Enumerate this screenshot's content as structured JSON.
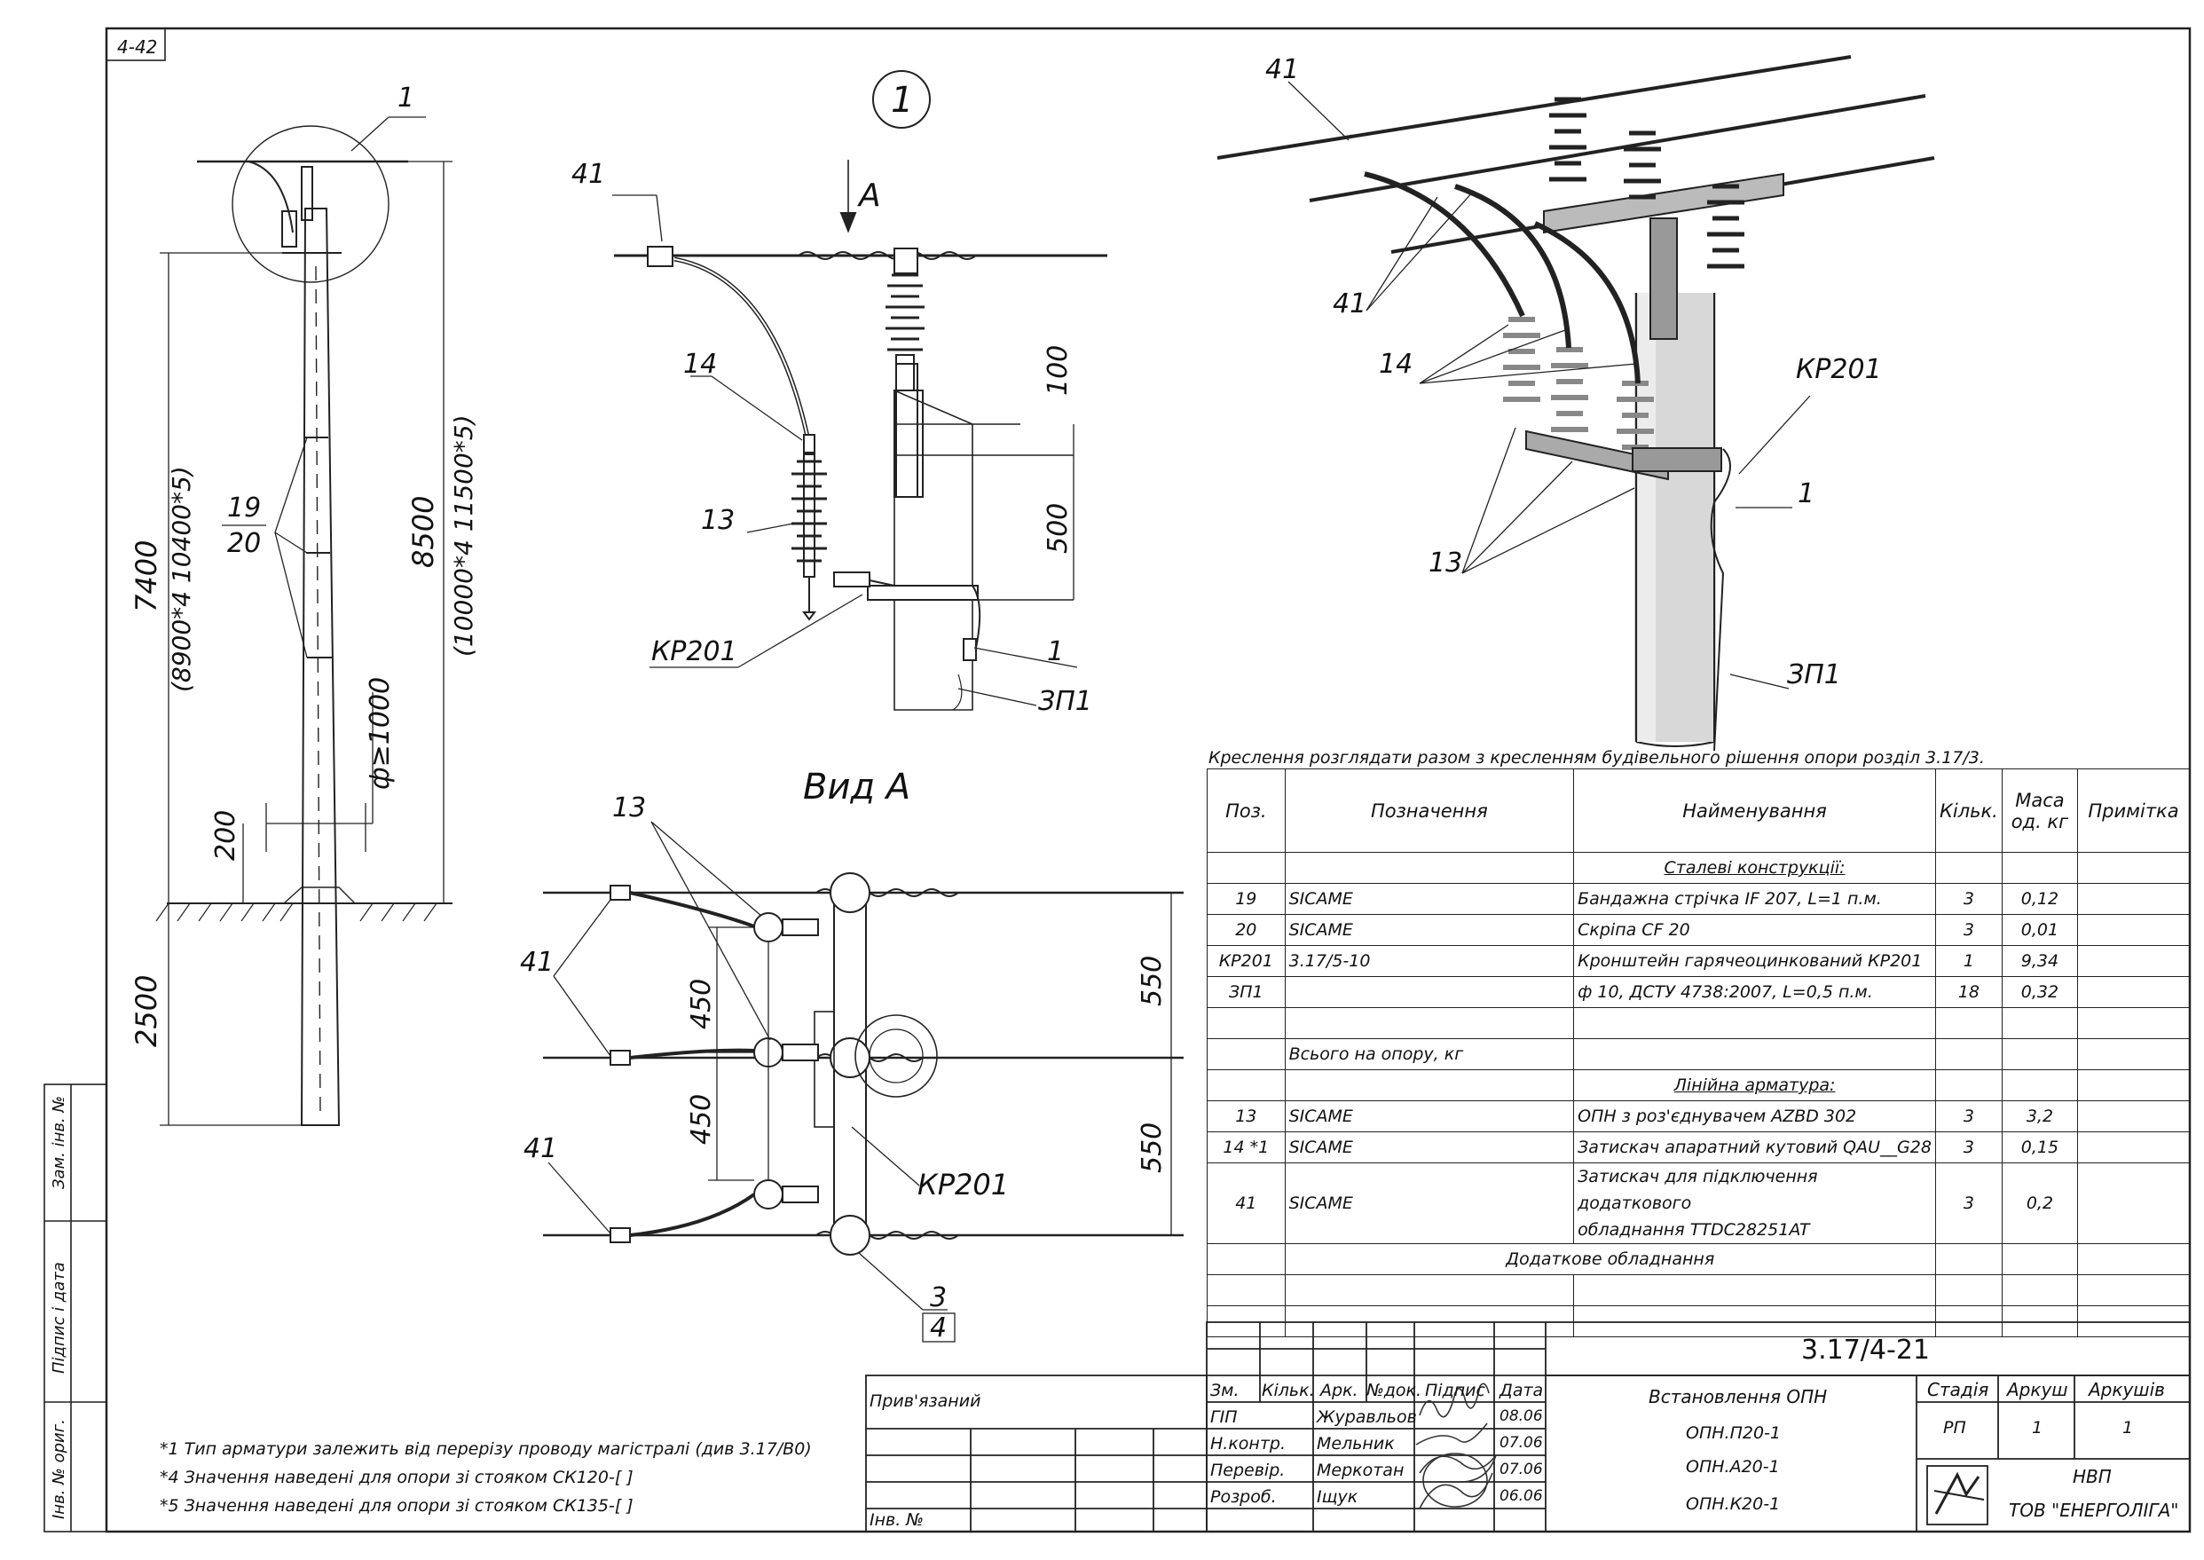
{
  "sheet": {
    "tag": "4-42",
    "side_labels": [
      "Зам. інв. №",
      "Підпис і дата",
      "Інв. № ориг."
    ]
  },
  "callout_1": "1",
  "view_a_arrow": "A",
  "view_a_title": "Вид А",
  "drawing_note": "Креслення розглядати разом з кресленням будівельного рішення опори розділ 3.17/3.",
  "left_view": {
    "labels": [
      "1",
      "19",
      "20"
    ],
    "dims": {
      "d7400": "7400",
      "d8900": "(8900*4  10400*5)",
      "d8500": "8500",
      "d10000": "(10000*4  11500*5)",
      "d1000": "ф≥1000",
      "d200": "200",
      "d2500": "2500"
    }
  },
  "detail_view": {
    "labels": [
      "41",
      "14",
      "13",
      "КР201",
      "1",
      "ЗП1"
    ],
    "dims": [
      "100",
      "500"
    ]
  },
  "view_a": {
    "labels": [
      "13",
      "41",
      "41",
      "КР201",
      "3",
      "4"
    ],
    "dims": [
      "450",
      "450",
      "550",
      "550"
    ]
  },
  "iso_view": {
    "labels": [
      "41",
      "41",
      "14",
      "13",
      "КР201",
      "1",
      "ЗП1"
    ]
  },
  "spec_table": {
    "headers": [
      "Поз.",
      "Позначення",
      "Найменування",
      "Кільк.",
      "Маса од. кг",
      "Примітка"
    ],
    "sections": {
      "steel": "Сталеві конструкції:",
      "total": "Всього на опору, кг",
      "fittings": "Лінійна арматура:",
      "extra": "Додаткове обладнання"
    },
    "steel_rows": [
      {
        "pos": "19",
        "code": "SICAME",
        "name": "Бандажна стрічка IF 207, L=1 п.м.",
        "qty": "3",
        "mass": "0,12"
      },
      {
        "pos": "20",
        "code": "SICAME",
        "name": "Скріпа CF 20",
        "qty": "3",
        "mass": "0,01"
      },
      {
        "pos": "КР201",
        "code": "3.17/5-10",
        "name": "Кронштейн гарячеоцинкований КР201",
        "qty": "1",
        "mass": "9,34"
      },
      {
        "pos": "ЗП1",
        "code": "",
        "name": "ф 10, ДСТУ 4738:2007, L=0,5 п.м.",
        "qty": "18",
        "mass": "0,32"
      }
    ],
    "fitting_rows": [
      {
        "pos": "13",
        "code": "SICAME",
        "name": "ОПН з роз'єднувачем AZBD 302",
        "qty": "3",
        "mass": "3,2"
      },
      {
        "pos": "14 *1",
        "code": "SICAME",
        "name": "Затискач апаратний кутовий QAU__G28",
        "qty": "3",
        "mass": "0,15"
      },
      {
        "pos": "41",
        "code": "SICAME",
        "name": "Затискач для підключення додаткового обладнання TTDC28251AT",
        "name1": "Затискач для підключення додаткового",
        "name2": "обладнання TTDC28251AT",
        "qty": "3",
        "mass": "0,2"
      }
    ]
  },
  "footnotes": [
    "*1 Тип арматури залежить від перерізу проводу магістралі (див 3.17/В0)",
    "*4 Значення наведені для опори зі стояком СК120-[  ]",
    "*5 Значення наведені для опори зі стояком СК135-[  ]"
  ],
  "title_block": {
    "attached": "Прив'язаний",
    "inv": "Інв. №",
    "doc_code": "3.17/4-21",
    "headers": [
      "Зм.",
      "Кільк.",
      "Арк.",
      "№док.",
      "Підпис",
      "Дата"
    ],
    "people": [
      {
        "role": "ГІП",
        "name": "Журавльов",
        "date": "08.06"
      },
      {
        "role": "Н.контр.",
        "name": "Мельник",
        "date": "07.06"
      },
      {
        "role": "Перевір.",
        "name": "Меркотан",
        "date": "07.06"
      },
      {
        "role": "Розроб.",
        "name": "Іщук",
        "date": "06.06"
      }
    ],
    "title": "Встановлення ОПН",
    "subtitles": [
      "ОПН.П20-1",
      "ОПН.А20-1",
      "ОПН.К20-1"
    ],
    "stage_header": "Стадія",
    "sheet_header": "Аркуш",
    "sheets_header": "Аркушів",
    "stage": "РП",
    "sheet": "1",
    "sheets": "1",
    "company_line1": "НВП",
    "company_line2": "ТОВ \"ЕНЕРГОЛІГА\""
  }
}
